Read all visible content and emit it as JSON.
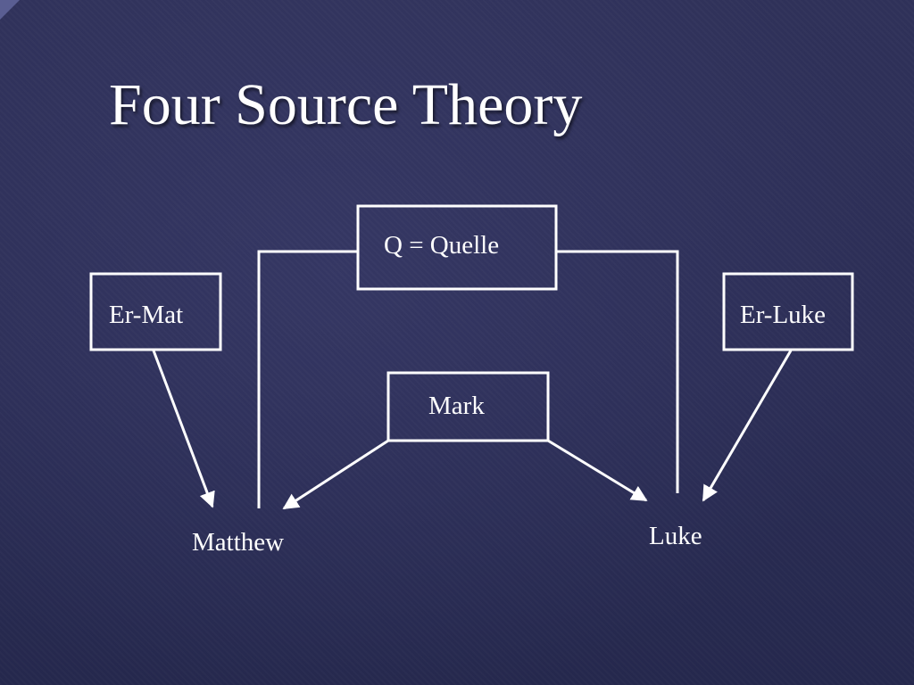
{
  "slide": {
    "title": "Four Source Theory"
  },
  "diagram": {
    "nodes": {
      "q": {
        "label": "Q = Quelle"
      },
      "er_mat": {
        "label": "Er-Mat"
      },
      "er_luke": {
        "label": "Er-Luke"
      },
      "mark": {
        "label": "Mark"
      },
      "matthew": {
        "label": "Matthew"
      },
      "luke": {
        "label": "Luke"
      }
    },
    "edges": [
      {
        "from": "er_mat",
        "to": "matthew",
        "arrow": true
      },
      {
        "from": "er_luke",
        "to": "luke",
        "arrow": true
      },
      {
        "from": "mark",
        "to": "matthew",
        "arrow": true
      },
      {
        "from": "mark",
        "to": "luke",
        "arrow": true
      },
      {
        "from": "q",
        "to": "matthew",
        "arrow": false
      },
      {
        "from": "q",
        "to": "luke",
        "arrow": false
      }
    ]
  },
  "colors": {
    "background": "#2e3057",
    "foreground": "#ffffff"
  }
}
